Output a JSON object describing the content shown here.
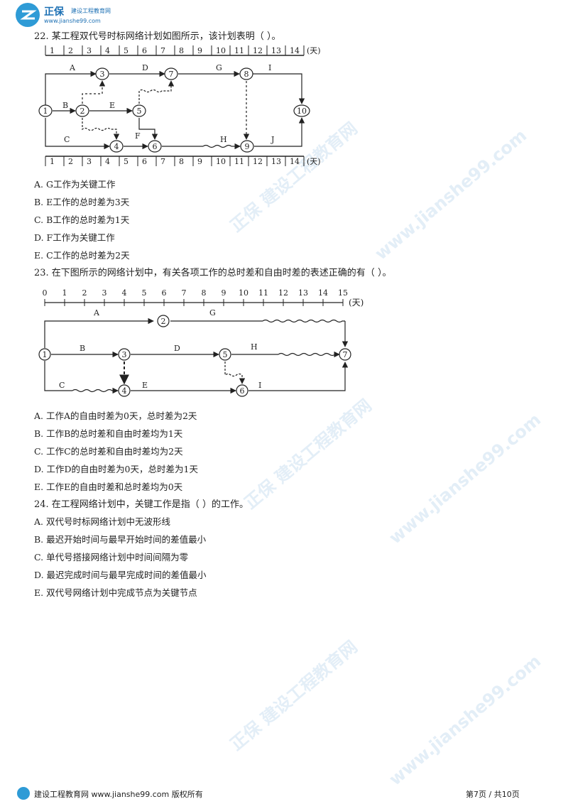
{
  "header": {
    "logo_title": "正保",
    "logo_subtitle": "建设工程教育网",
    "logo_url": "www.jianshe99.com"
  },
  "watermark": {
    "text": "正保 建设工程教育网",
    "url": "www.jianshe99.com"
  },
  "q22": {
    "question": "22. 某工程双代号时标网络计划如图所示，该计划表明（ ）。",
    "scale_top": [
      "1",
      "2",
      "3",
      "4",
      "5",
      "6",
      "7",
      "8",
      "9",
      "10",
      "11",
      "12",
      "13",
      "14"
    ],
    "scale_bottom": [
      "1",
      "2",
      "3",
      "4",
      "5",
      "6",
      "7",
      "8",
      "9",
      "10",
      "11",
      "12",
      "13",
      "14"
    ],
    "unit": "(天)",
    "nodes": [
      "1",
      "2",
      "3",
      "4",
      "5",
      "6",
      "7",
      "8",
      "9",
      "10"
    ],
    "activities": [
      "A",
      "B",
      "C",
      "D",
      "E",
      "F",
      "G",
      "H",
      "I",
      "J"
    ],
    "options": [
      "A. G工作为关键工作",
      "B. E工作的总时差为3天",
      "C. B工作的总时差为1天",
      "D. F工作为关键工作",
      "E. C工作的总时差为2天"
    ]
  },
  "q23": {
    "question": "23. 在下图所示的网络计划中，有关各项工作的总时差和自由时差的表述正确的有（ ）。",
    "scale": [
      "0",
      "1",
      "2",
      "3",
      "4",
      "5",
      "6",
      "7",
      "8",
      "9",
      "10",
      "11",
      "12",
      "13",
      "14",
      "15"
    ],
    "unit": "(天)",
    "nodes": [
      "1",
      "2",
      "3",
      "4",
      "5",
      "6",
      "7"
    ],
    "activities": [
      "A",
      "B",
      "C",
      "D",
      "E",
      "G",
      "H",
      "I"
    ],
    "options": [
      "A. 工作A的自由时差为0天，总时差为2天",
      "B. 工作B的总时差和自由时差均为1天",
      "C. 工作C的总时差和自由时差均为2天",
      "D. 工作D的自由时差为0天，总时差为1天",
      "E. 工作E的自由时差和总时差均为0天"
    ]
  },
  "q24": {
    "question": "24. 在工程网络计划中，关键工作是指（ ）的工作。",
    "options": [
      "A. 双代号时标网络计划中无波形线",
      "B. 最迟开始时间与最早开始时间的差值最小",
      "C. 单代号搭接网络计划中时间间隔为零",
      "D. 最迟完成时间与最早完成时间的差值最小",
      "E. 双代号网络计划中完成节点为关键节点"
    ]
  },
  "footer": {
    "site": "建设工程教育网 www.jianshe99.com 版权所有",
    "page": "第7页 / 共10页"
  }
}
